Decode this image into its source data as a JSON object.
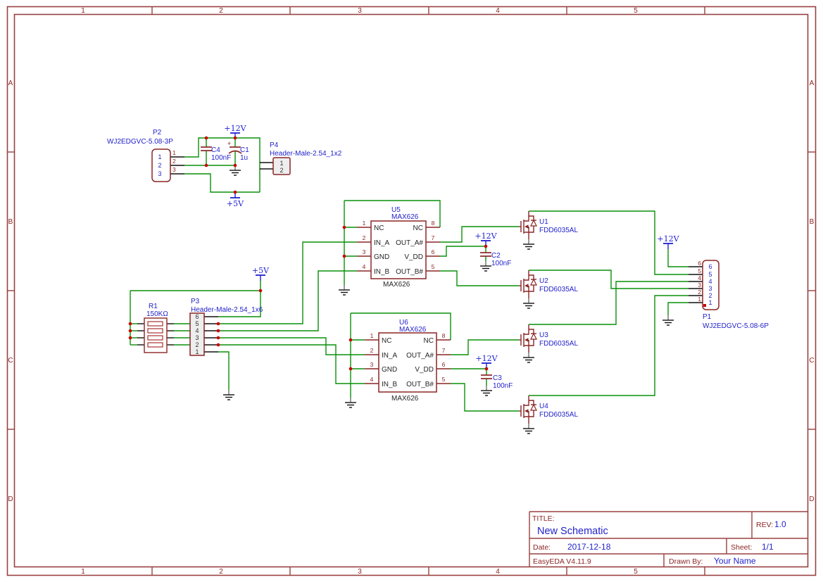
{
  "sheet": {
    "columns": [
      "1",
      "2",
      "3",
      "4",
      "5"
    ],
    "rows": [
      "A",
      "B",
      "C",
      "D"
    ]
  },
  "title_block": {
    "title_label": "TITLE:",
    "title": "New Schematic",
    "rev_label": "REV:",
    "rev": "1.0",
    "date_label": "Date:",
    "date": "2017-12-18",
    "sheet_label": "Sheet:",
    "sheet": "1/1",
    "software": "EasyEDA V4.11.9",
    "drawn_by_label": "Drawn By:",
    "drawn_by": "Your Name"
  },
  "power": {
    "v12": "+12V",
    "v5": "+5V"
  },
  "components": {
    "P1": {
      "ref": "P1",
      "part": "WJ2EDGVC-5.08-6P",
      "pin_numbers": [
        "6",
        "5",
        "4",
        "3",
        "2",
        "1"
      ]
    },
    "P2": {
      "ref": "P2",
      "part": "WJ2EDGVC-5.08-3P",
      "pin_numbers": [
        "1",
        "2",
        "3"
      ]
    },
    "P3": {
      "ref": "P3",
      "part": "Header-Male-2.54_1x6",
      "pin_numbers": [
        "6",
        "5",
        "4",
        "3",
        "2",
        "1"
      ]
    },
    "P4": {
      "ref": "P4",
      "part": "Header-Male-2.54_1x2",
      "pin_numbers": [
        "1",
        "2"
      ]
    },
    "R1": {
      "ref": "R1",
      "value": "150KΩ"
    },
    "C1": {
      "ref": "C1",
      "value": "1u",
      "polarity_mark": "+"
    },
    "C2": {
      "ref": "C2",
      "value": "100nF"
    },
    "C3": {
      "ref": "C3",
      "value": "100nF"
    },
    "C4": {
      "ref": "C4",
      "value": "100nF"
    },
    "U1": {
      "ref": "U1",
      "part": "FDD6035AL"
    },
    "U2": {
      "ref": "U2",
      "part": "FDD6035AL"
    },
    "U3": {
      "ref": "U3",
      "part": "FDD6035AL"
    },
    "U4": {
      "ref": "U4",
      "part": "FDD6035AL"
    },
    "U5": {
      "ref": "U5",
      "part": "MAX626",
      "footprint_label": "MAX626",
      "left_pins": [
        {
          "num": "1",
          "name": "NC"
        },
        {
          "num": "2",
          "name": "IN_A"
        },
        {
          "num": "3",
          "name": "GND"
        },
        {
          "num": "4",
          "name": "IN_B"
        }
      ],
      "right_pins": [
        {
          "num": "8",
          "name": "NC"
        },
        {
          "num": "7",
          "name": "OUT_A#"
        },
        {
          "num": "6",
          "name": "V_DD"
        },
        {
          "num": "5",
          "name": "OUT_B#"
        }
      ]
    },
    "U6": {
      "ref": "U6",
      "part": "MAX626",
      "footprint_label": "MAX626",
      "left_pins": [
        {
          "num": "1",
          "name": "NC"
        },
        {
          "num": "2",
          "name": "IN_A"
        },
        {
          "num": "3",
          "name": "GND"
        },
        {
          "num": "4",
          "name": "IN_B"
        }
      ],
      "right_pins": [
        {
          "num": "8",
          "name": "NC"
        },
        {
          "num": "7",
          "name": "OUT_A#"
        },
        {
          "num": "6",
          "name": "V_DD"
        },
        {
          "num": "5",
          "name": "OUT_B#"
        }
      ]
    }
  }
}
